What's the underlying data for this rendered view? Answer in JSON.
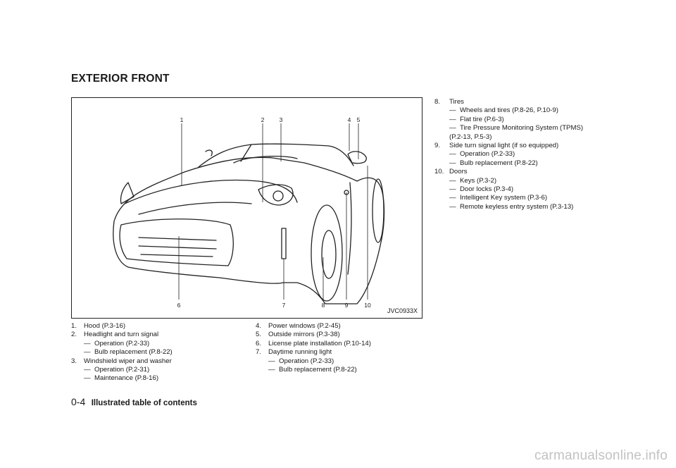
{
  "section_title": "EXTERIOR FRONT",
  "figure": {
    "code": "JVC0933X",
    "callouts": [
      "1",
      "2",
      "3",
      "4",
      "5",
      "6",
      "7",
      "8",
      "9",
      "10"
    ]
  },
  "items": [
    {
      "num": "1.",
      "text": "Hood (P.3-16)",
      "subs": []
    },
    {
      "num": "2.",
      "text": "Headlight and turn signal",
      "subs": [
        "Operation (P.2-33)",
        "Bulb replacement (P.8-22)"
      ]
    },
    {
      "num": "3.",
      "text": "Windshield wiper and washer",
      "subs": [
        "Operation (P.2-31)",
        "Maintenance (P.8-16)"
      ]
    },
    {
      "num": "4.",
      "text": "Power windows (P.2-45)",
      "subs": []
    },
    {
      "num": "5.",
      "text": "Outside mirrors (P.3-38)",
      "subs": []
    },
    {
      "num": "6.",
      "text": "License plate installation (P.10-14)",
      "subs": []
    },
    {
      "num": "7.",
      "text": "Daytime running light",
      "subs": [
        "Operation (P.2-33)",
        "Bulb replacement (P.8-22)"
      ]
    },
    {
      "num": "8.",
      "text": "Tires",
      "subs": [
        "Wheels and tires (P.8-26, P.10-9)",
        "Flat tire (P.6-3)",
        "Tire Pressure Monitoring System (TPMS)"
      ],
      "cont": "(P.2-13, P.5-3)"
    },
    {
      "num": "9.",
      "text": "Side turn signal light (if so equipped)",
      "subs": [
        "Operation (P.2-33)",
        "Bulb replacement (P.8-22)"
      ]
    },
    {
      "num": "10.",
      "text": "Doors",
      "subs": [
        "Keys (P.3-2)",
        "Door locks (P.3-4)",
        "Intelligent Key system (P.3-6)",
        "Remote keyless entry system (P.3-13)"
      ]
    }
  ],
  "footer": {
    "page": "0-4",
    "section": "Illustrated table of contents"
  },
  "watermark": "carmanualsonline.info"
}
